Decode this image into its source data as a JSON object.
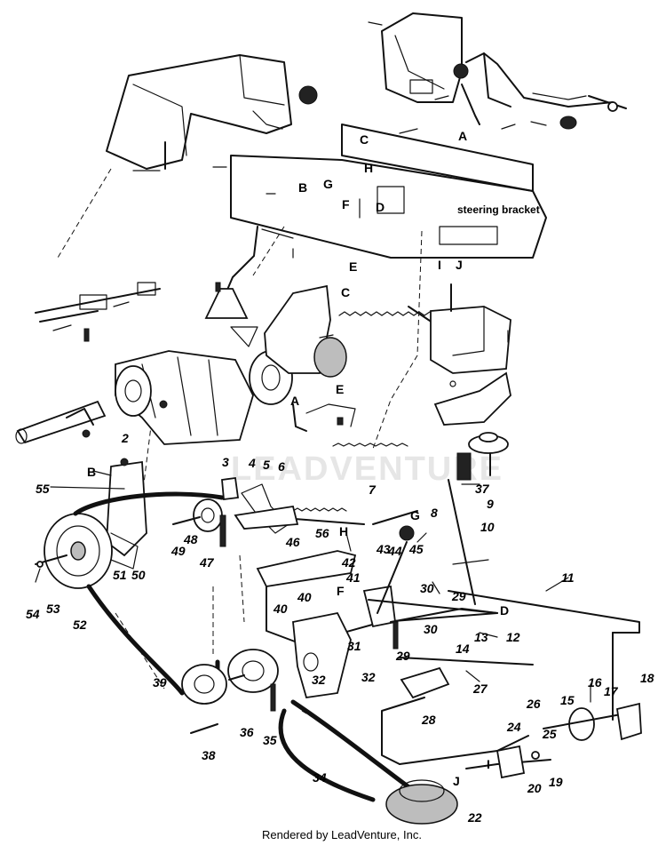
{
  "diagram": {
    "annotation": "steering bracket",
    "watermark": "LEADVENTURE",
    "footer": "Rendered by LeadVenture, Inc.",
    "part_numbers": [
      "2",
      "3",
      "4",
      "5",
      "6",
      "7",
      "8",
      "9",
      "10",
      "11",
      "12",
      "13",
      "14",
      "15",
      "16",
      "17",
      "18",
      "19",
      "20",
      "22",
      "24",
      "25",
      "26",
      "27",
      "28",
      "29",
      "29",
      "30",
      "30",
      "31",
      "32",
      "32",
      "34",
      "35",
      "36",
      "37",
      "38",
      "39",
      "40",
      "40",
      "41",
      "42",
      "43",
      "44",
      "45",
      "46",
      "47",
      "48",
      "49",
      "50",
      "51",
      "52",
      "53",
      "54",
      "55",
      "56"
    ],
    "reference_letters": [
      "A",
      "A",
      "B",
      "B",
      "C",
      "C",
      "D",
      "D",
      "E",
      "E",
      "F",
      "F",
      "G",
      "G",
      "H",
      "H",
      "I",
      "I",
      "J",
      "J"
    ]
  }
}
